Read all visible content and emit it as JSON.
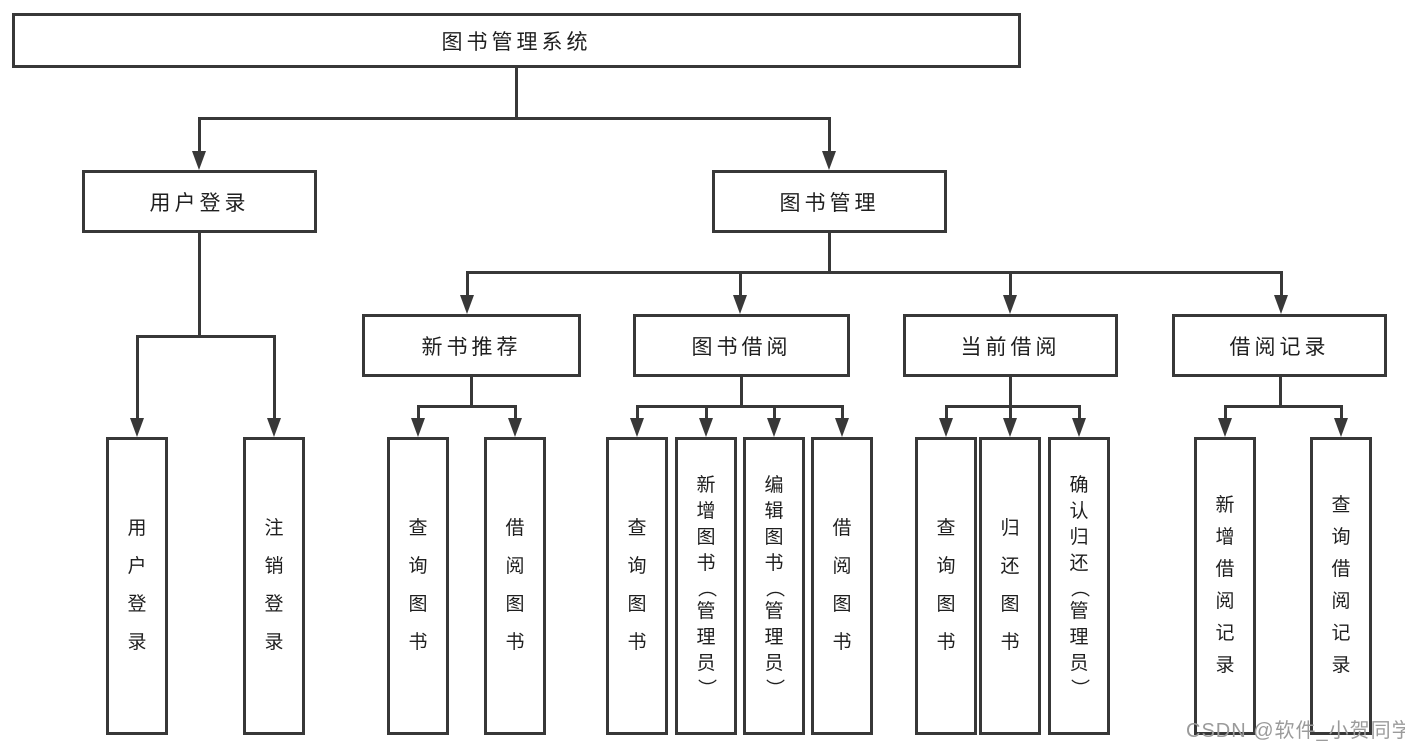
{
  "tree": {
    "label": "图书管理系统",
    "children": [
      {
        "label": "用户登录",
        "children": [
          {
            "label": "用户登录"
          },
          {
            "label": "注销登录"
          }
        ]
      },
      {
        "label": "图书管理",
        "children": [
          {
            "label": "新书推荐",
            "children": [
              {
                "label": "查询图书"
              },
              {
                "label": "借阅图书"
              }
            ]
          },
          {
            "label": "图书借阅",
            "children": [
              {
                "label": "查询图书"
              },
              {
                "label": "新增图书（管理员）"
              },
              {
                "label": "编辑图书（管理员）"
              },
              {
                "label": "借阅图书"
              }
            ]
          },
          {
            "label": "当前借阅",
            "children": [
              {
                "label": "查询图书"
              },
              {
                "label": "归还图书"
              },
              {
                "label": "确认归还（管理员）"
              }
            ]
          },
          {
            "label": "借阅记录",
            "children": [
              {
                "label": "新增借阅记录"
              },
              {
                "label": "查询借阅记录"
              }
            ]
          }
        ]
      }
    ]
  },
  "watermark": "CSDN @软件_小贺同学",
  "colors": {
    "line": "#383838",
    "text": "#1f1f1f",
    "watermark": "#9b9b9b",
    "background": "#ffffff"
  }
}
